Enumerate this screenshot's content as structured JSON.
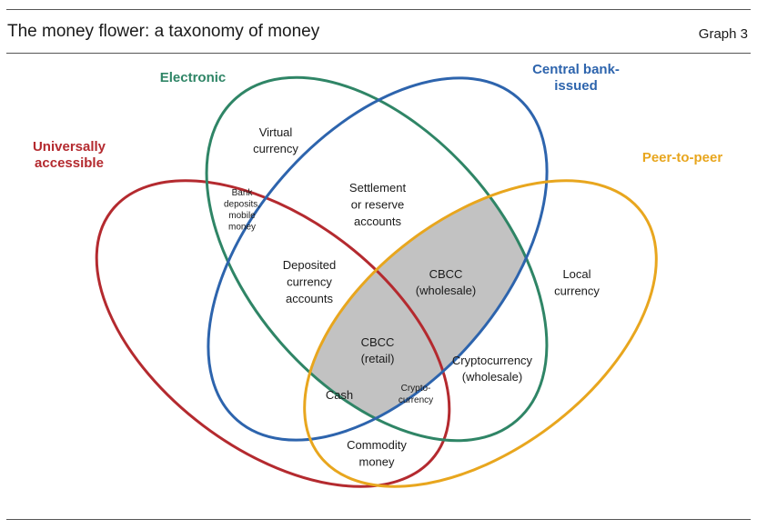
{
  "header": {
    "title": "The money flower: a taxonomy of money",
    "graph_number": "Graph 3"
  },
  "colors": {
    "universally_accessible": "#b42a2f",
    "electronic": "#2f8566",
    "central_bank_issued": "#2d64ad",
    "peer_to_peer": "#e8a61e",
    "cbcc_fill": "#c2c2c2",
    "text": "#1a1a1a"
  },
  "petals": {
    "universally_accessible": [
      "Universally",
      "accessible"
    ],
    "electronic": [
      "Electronic"
    ],
    "central_bank_issued": [
      "Central bank-",
      "issued"
    ],
    "peer_to_peer": [
      "Peer-to-peer"
    ]
  },
  "regions": {
    "virtual_currency": [
      "Virtual",
      "currency"
    ],
    "bank_deposits": [
      "Bank",
      "deposits,",
      "mobile",
      "money"
    ],
    "settlement_accounts": [
      "Settlement",
      "or reserve",
      "accounts"
    ],
    "deposited_currency": [
      "Deposited",
      "currency",
      "accounts"
    ],
    "cbcc_wholesale": [
      "CBCC",
      "(wholesale)"
    ],
    "local_currency": [
      "Local",
      "currency"
    ],
    "cbcc_retail": [
      "CBCC",
      "(retail)"
    ],
    "cryptocurrency_wholesale": [
      "Cryptocurrency",
      "(wholesale)"
    ],
    "cash": [
      "Cash"
    ],
    "cryptocurrency_small": [
      "Crypto-",
      "currency"
    ],
    "commodity_money": [
      "Commodity",
      "money"
    ]
  }
}
